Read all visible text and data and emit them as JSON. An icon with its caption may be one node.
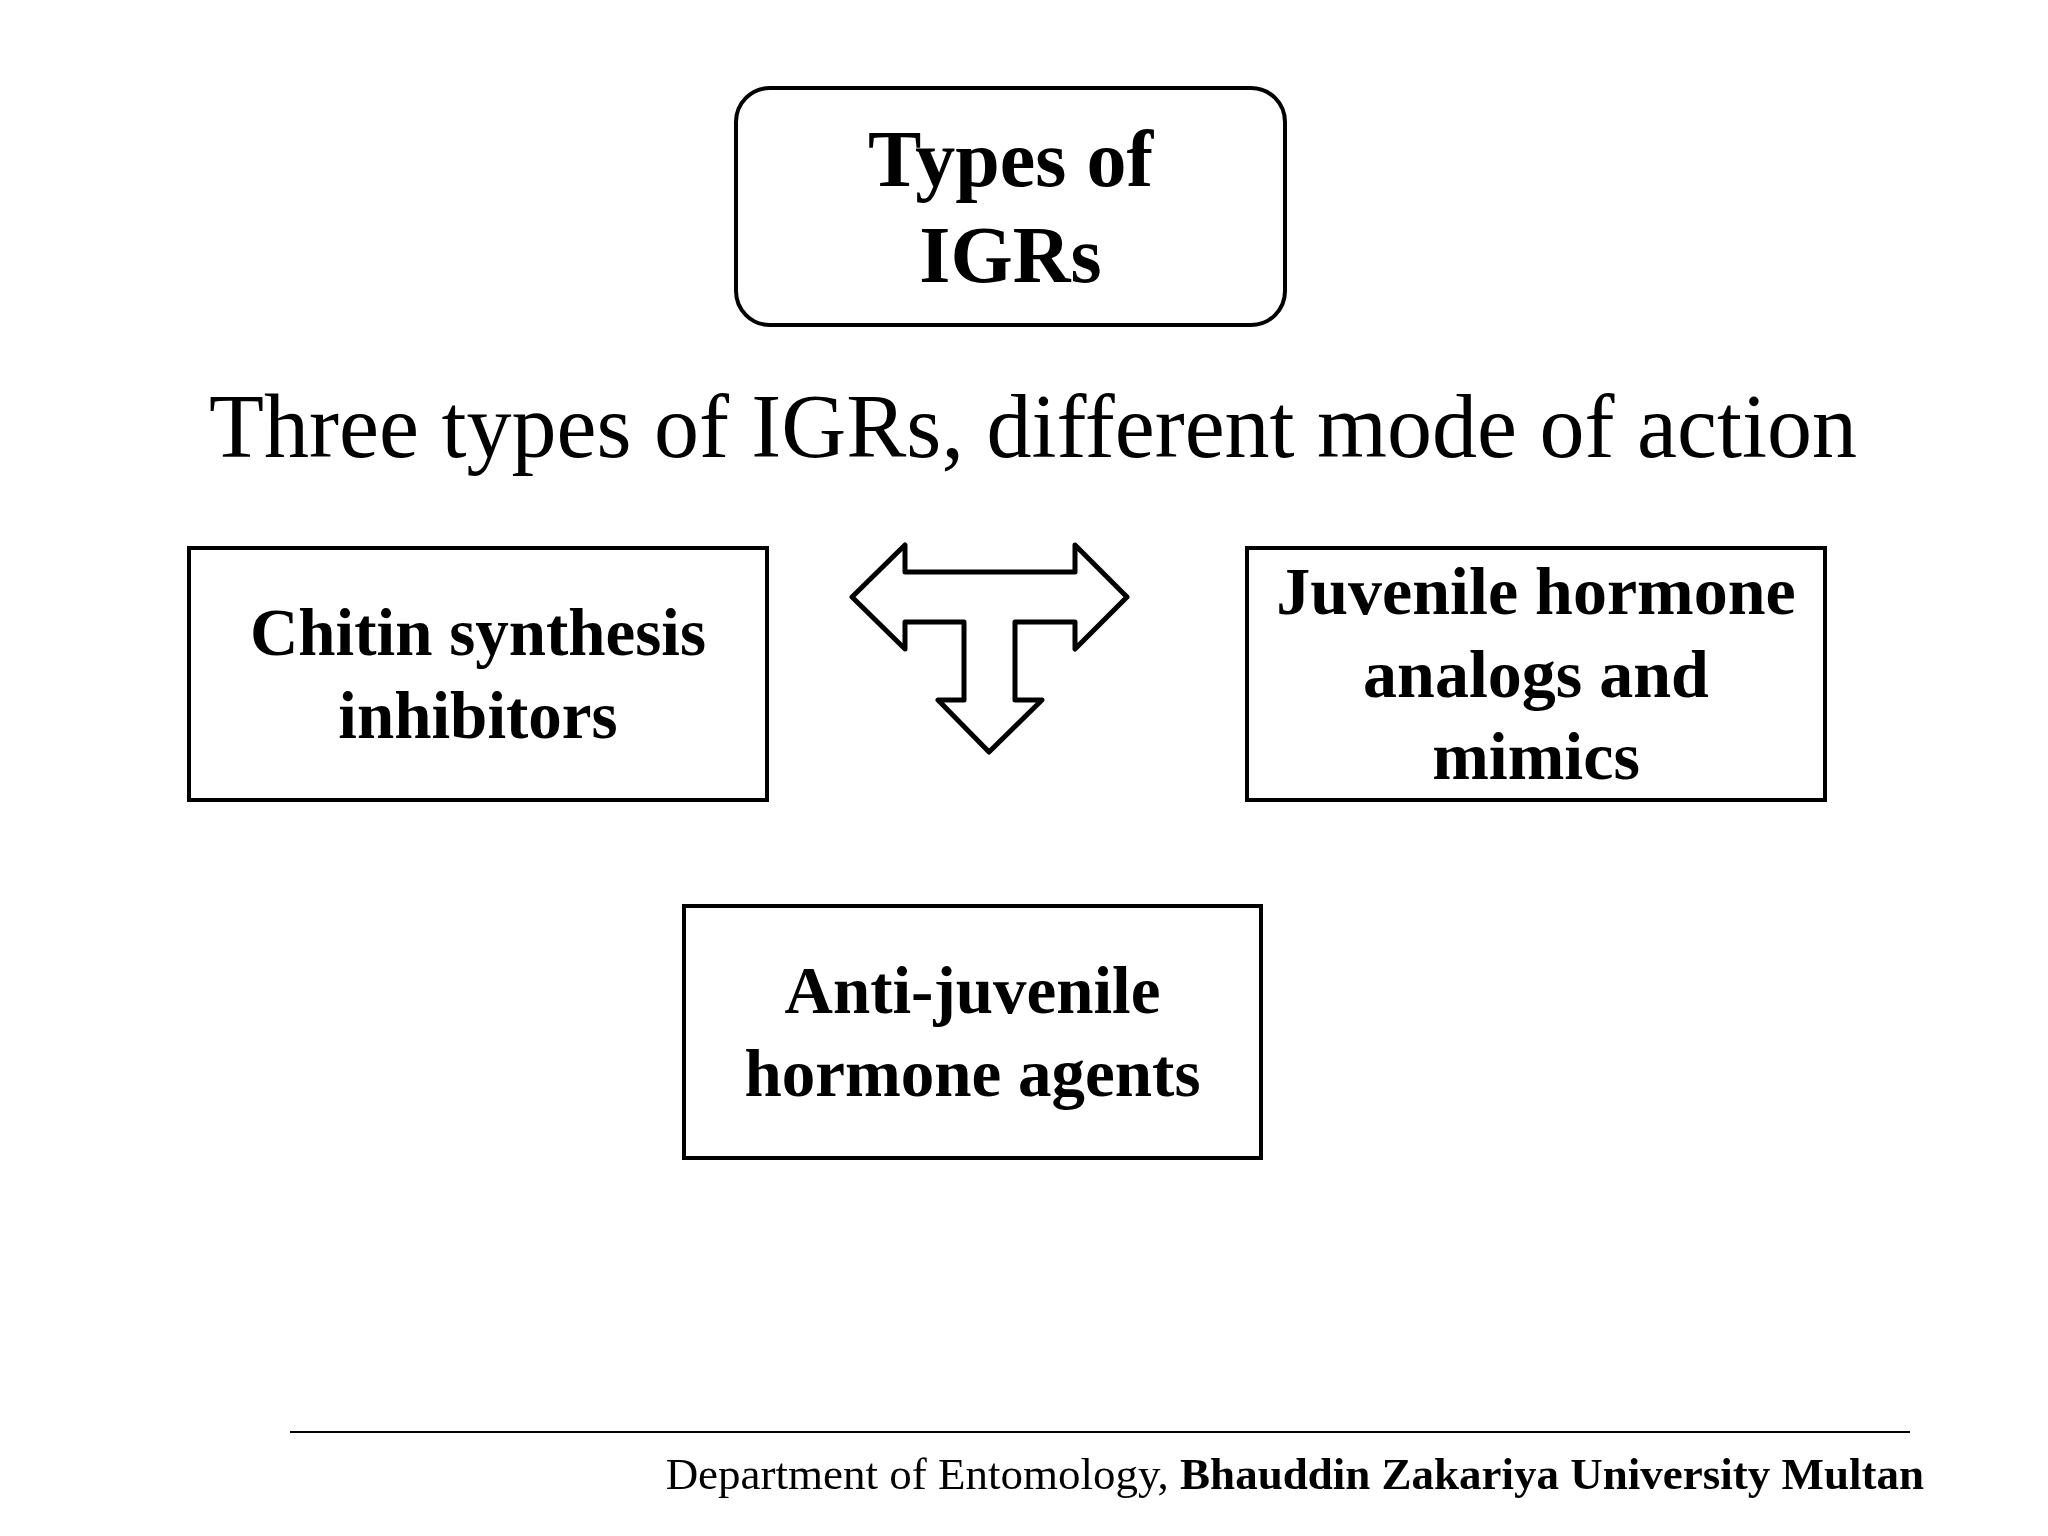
{
  "diagram": {
    "nodes": [
      {
        "text": [
          "Types of IGRs"
        ]
      },
      {
        "text": [
          "Chitin synthesis inhibitors"
        ]
      },
      {
        "text": [],
        "shape": "arrow"
      },
      {
        "text": [
          "Juvenile hormone analogs and mimics"
        ]
      },
      {
        "text": [
          "Anti-juvenile hormone agents"
        ]
      }
    ],
    "labels": [
      "Three types of IGRs, different mode of action",
      "Department of Entomology, **Bhauddin Zakariya University Multan**"
    ]
  }
}
